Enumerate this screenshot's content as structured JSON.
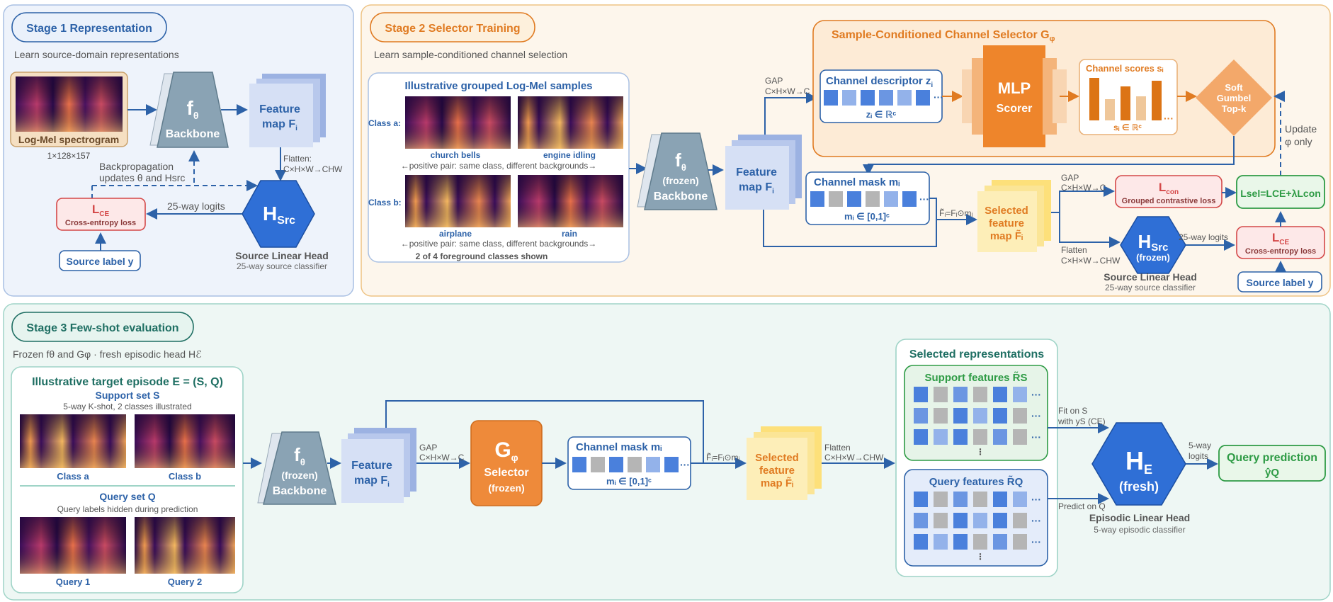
{
  "stage1": {
    "title": "Stage 1  Representation",
    "subtitle": "Learn source-domain representations",
    "logmel_label": "Log-Mel spectrogram",
    "logmel_dims": "1×128×157",
    "backbone_f": "f",
    "backbone_sub": "θ",
    "backbone_label": "Backbone",
    "feature_line1": "Feature",
    "feature_line2": "map F",
    "feature_sub": "i",
    "flatten_line1": "Flatten:",
    "flatten_line2": "C×H×W→CHW",
    "backprop_line1": "Backpropagation",
    "backprop_line2": "updates θ and Hsrc",
    "head_H": "H",
    "head_sub": "Src",
    "head_label": "Source Linear Head",
    "head_desc": "25-way source classifier",
    "logits_label": "25-way logits",
    "lce_L": "L",
    "lce_sub": "CE",
    "lce_desc": "Cross-entropy loss",
    "source_label": "Source label y"
  },
  "stage2": {
    "title": "Stage 2  Selector Training",
    "subtitle": "Learn sample-conditioned channel selection",
    "samples_title": "Illustrative grouped Log-Mel samples",
    "class_a": "Class a:",
    "class_b": "Class b:",
    "sample1": "church bells",
    "sample2": "engine idling",
    "sample3": "airplane",
    "sample4": "rain",
    "pair_note_a": "←positive pair: same class, different backgrounds→",
    "pair_note_b": "←positive pair: same class, different backgrounds→",
    "shown_note": "2 of 4 foreground classes shown",
    "backbone_f": "f",
    "backbone_sub": "θ",
    "backbone_frozen": "(frozen)",
    "backbone_label": "Backbone",
    "feature_line1": "Feature",
    "feature_line2": "map F",
    "feature_sub": "i",
    "gap1_line1": "GAP",
    "gap1_line2": "C×H×W→C",
    "selector_title": "Sample-Conditioned Channel Selector  G",
    "selector_sub": "φ",
    "descriptor_title": "Channel descriptor z",
    "descriptor_sub": "i",
    "descriptor_math": "zᵢ ∈ ℝᶜ",
    "mlp_line1": "MLP",
    "mlp_line2": "Scorer",
    "scores_title": "Channel scores sᵢ",
    "scores_math": "sᵢ ∈ ℝᶜ",
    "gumbel_line1": "Soft",
    "gumbel_line2": "Gumbel",
    "gumbel_line3": "Top-k",
    "update_line1": "Update",
    "update_line2": "φ only",
    "mask_title": "Channel mask mᵢ",
    "mask_math": "mᵢ ∈ [0,1]ᶜ",
    "mult_label": "F̃ᵢ=Fᵢ⊙mᵢ",
    "selected_line1": "Selected",
    "selected_line2": "feature",
    "selected_line3": "map F̃ᵢ",
    "gap2_line1": "GAP",
    "gap2_line2": "C×H×W→C",
    "flatten_line1": "Flatten",
    "flatten_line2": "C×H×W→CHW",
    "lcon_L": "L",
    "lcon_sub": "con",
    "lcon_desc": "Grouped contrastive loss",
    "lsel": "Lsel=LCE+λLcon",
    "head_H": "H",
    "head_sub": "Src",
    "head_frozen": "(frozen)",
    "logits_label": "25-way logits",
    "lce_L": "L",
    "lce_sub": "CE",
    "lce_desc": "Cross-entropy loss",
    "head_label": "Source Linear Head",
    "head_desc": "25-way source classifier",
    "source_label": "Source label y"
  },
  "stage3": {
    "title": "Stage 3  Few-shot evaluation",
    "subtitle": "Frozen fθ and Gφ · fresh episodic head Hℰ",
    "episode_title": "Illustrative target episode  E = (S, Q)",
    "support_title": "Support set S",
    "support_desc": "5-way K-shot, 2 classes illustrated",
    "class_a": "Class a",
    "class_b": "Class b",
    "query_title": "Query set Q",
    "query_desc": "Query labels hidden during prediction",
    "query1": "Query 1",
    "query2": "Query 2",
    "backbone_f": "f",
    "backbone_sub": "θ",
    "backbone_frozen": "(frozen)",
    "backbone_label": "Backbone",
    "feature_line1": "Feature",
    "feature_line2": "map F",
    "feature_sub": "i",
    "gap_line1": "GAP",
    "gap_line2": "C×H×W→C",
    "selector_G": "G",
    "selector_sub": "φ",
    "selector_label": "Selector",
    "selector_frozen": "(frozen)",
    "mask_title": "Channel mask mᵢ",
    "mask_math": "mᵢ ∈ [0,1]ᶜ",
    "mult_label": "F̃ᵢ=Fᵢ⊙mᵢ",
    "selected_line1": "Selected",
    "selected_line2": "feature",
    "selected_line3": "map F̃ᵢ",
    "flatten_line1": "Flatten",
    "flatten_line2": "C×H×W→CHW",
    "reps_title": "Selected representations",
    "support_feat": "Support features R̃S",
    "query_feat": "Query features R̃Q",
    "fit_line1": "Fit on S",
    "fit_line2": "with yS (CE)",
    "predict_label": "Predict on Q",
    "head_H": "H",
    "head_sub": "E",
    "head_fresh": "(fresh)",
    "head_label": "Episodic Linear Head",
    "head_desc": "5-way episodic classifier",
    "logits_line1": "5-way",
    "logits_line2": "logits",
    "pred_line1": "Query prediction",
    "pred_line2": "ŷQ"
  },
  "colors": {
    "blue": "#2d62a8",
    "orange": "#e07b22",
    "teal": "#1f6f63",
    "green": "#2e9b45",
    "red": "#d44848"
  }
}
